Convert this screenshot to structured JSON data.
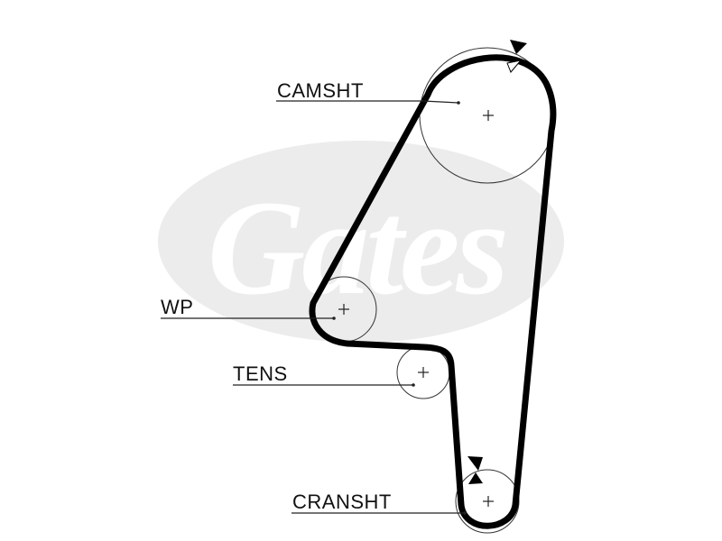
{
  "watermark": {
    "brand": "Gates"
  },
  "labels": {
    "camshaft": "CAMSHT",
    "water_pump": "WP",
    "tensioner": "TENS",
    "crankshaft": "CRANSHT"
  },
  "colors": {
    "belt": "#000000",
    "watermark": "#ececec",
    "background": "#ffffff"
  }
}
